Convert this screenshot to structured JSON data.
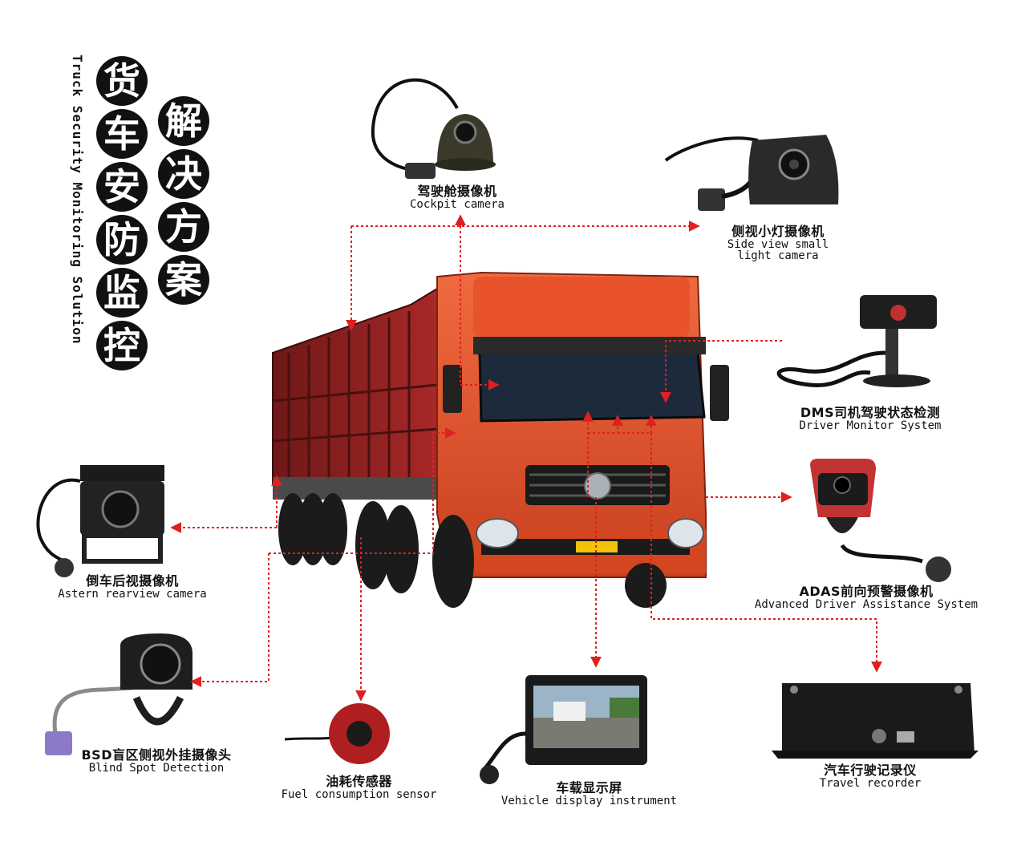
{
  "title": {
    "zh_col1": [
      "货",
      "车",
      "安",
      "防",
      "监",
      "控"
    ],
    "zh_col2": [
      "解",
      "决",
      "方",
      "案"
    ],
    "en": "Truck Security Monitoring Solution"
  },
  "devices": {
    "cockpit": {
      "zh": "驾驶舱摄像机",
      "en": "Cockpit camera"
    },
    "side_view": {
      "zh": "侧视小灯摄像机",
      "en1": "Side view small",
      "en2": "light camera"
    },
    "dms": {
      "zh": "DMS司机驾驶状态检测",
      "en": "Driver Monitor System"
    },
    "adas": {
      "zh": "ADAS前向预警摄像机",
      "en": "Advanced Driver Assistance System"
    },
    "rearview": {
      "zh": "倒车后视摄像机",
      "en": "Astern rearview camera"
    },
    "bsd": {
      "zh": "BSD盲区侧视外挂摄像头",
      "en": "Blind Spot Detection"
    },
    "fuel": {
      "zh": "油耗传感器",
      "en": "Fuel consumption sensor"
    },
    "display": {
      "zh": "车载显示屏",
      "en": "Vehicle display instrument"
    },
    "recorder": {
      "zh": "汽车行驶记录仪",
      "en": "Travel recorder"
    }
  },
  "colors": {
    "connector": "#e02020",
    "truck_cab": "#e2502c",
    "truck_box": "#8c2020",
    "device": "#2a2a2a"
  }
}
